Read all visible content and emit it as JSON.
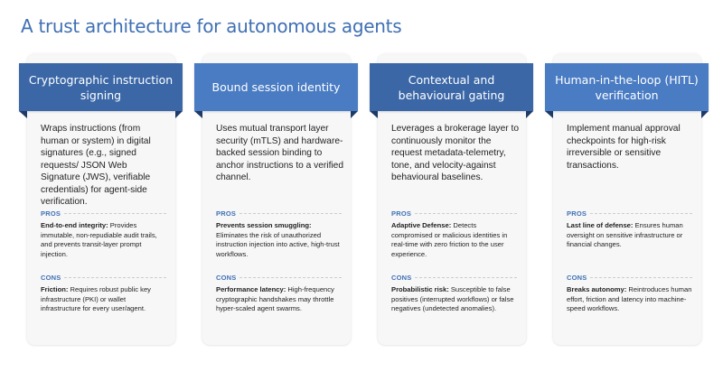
{
  "title": "A trust architecture for autonomous agents",
  "colors": {
    "title": "#3f70b4",
    "banner_dark": "#3b67a7",
    "banner_light": "#4a7cc3",
    "fold": "#1e3a66",
    "section_label": "#3f70b4",
    "card_bg": "#f7f7f8"
  },
  "cards": [
    {
      "banner": "Cryptographic instruction signing",
      "description": "Wraps instructions (from human or system) in digital signatures (e.g., signed requests/ JSON Web Signature (JWS), verifiable credentials) for agent-side verification.",
      "pros_label": "PROS",
      "pros_lead": "End-to-end integrity:",
      "pros_text": " Provides immutable, non-repudiable audit trails, and prevents transit-layer prompt injection.",
      "cons_label": "CONS",
      "cons_lead": "Friction:",
      "cons_text": " Requires robust public key infrastructure (PKI) or wallet infrastructure for every user/agent."
    },
    {
      "banner": "Bound session identity",
      "description": "Uses mutual transport layer security (mTLS) and hardware-backed session binding to anchor instructions to a verified channel.",
      "pros_label": "PROS",
      "pros_lead": "Prevents session smuggling:",
      "pros_text": " Eliminates the risk of unauthorized instruction injection into active, high-trust workflows.",
      "cons_label": "CONS",
      "cons_lead": "Performance latency:",
      "cons_text": " High-frequency cryptographic handshakes may throttle hyper-scaled agent swarms."
    },
    {
      "banner": "Contextual and behavioural gating",
      "description": "Leverages a brokerage layer to continuously monitor the request metadata-telemetry, tone, and velocity-against behavioural baselines.",
      "pros_label": "PROS",
      "pros_lead": "Adaptive Defense:",
      "pros_text": " Detects compromised or malicious identities in real-time with zero friction to the user experience.",
      "cons_label": "CONS",
      "cons_lead": "Probabilistic risk:",
      "cons_text": " Susceptible to false positives (interrupted workflows) or false negatives (undetected anomalies)."
    },
    {
      "banner": "Human-in-the-loop (HITL) verification",
      "description": "Implement manual approval checkpoints for high-risk irreversible or sensitive transactions.",
      "pros_label": "PROS",
      "pros_lead": "Last line of defense:",
      "pros_text": " Ensures human oversight on sensitive infrastructure or financial changes.",
      "cons_label": "CONS",
      "cons_lead": "Breaks autonomy:",
      "cons_text": " Reintroduces human effort, friction and latency into machine-speed workflows."
    }
  ]
}
